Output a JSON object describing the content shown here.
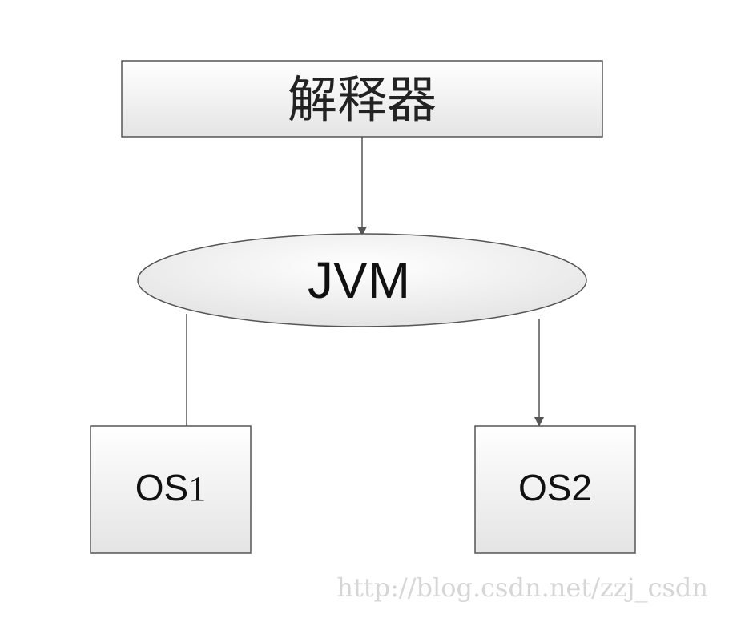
{
  "diagram": {
    "nodes": {
      "interpreter": {
        "label": "解释器"
      },
      "jvm": {
        "label": "JVM"
      },
      "os1": {
        "label_main": "OS",
        "label_suffix": "1"
      },
      "os2": {
        "label": "OS2"
      }
    },
    "edges": [
      {
        "from": "interpreter",
        "to": "jvm"
      },
      {
        "from": "jvm",
        "to": "os1"
      },
      {
        "from": "jvm",
        "to": "os2"
      }
    ],
    "colors": {
      "box_fill_light": "#ffffff",
      "box_fill_dark": "#e6e6e6",
      "stroke": "#555555",
      "arrow": "#555555"
    }
  },
  "watermark": {
    "text": "http://blog.csdn.net/zzj_csdn"
  }
}
